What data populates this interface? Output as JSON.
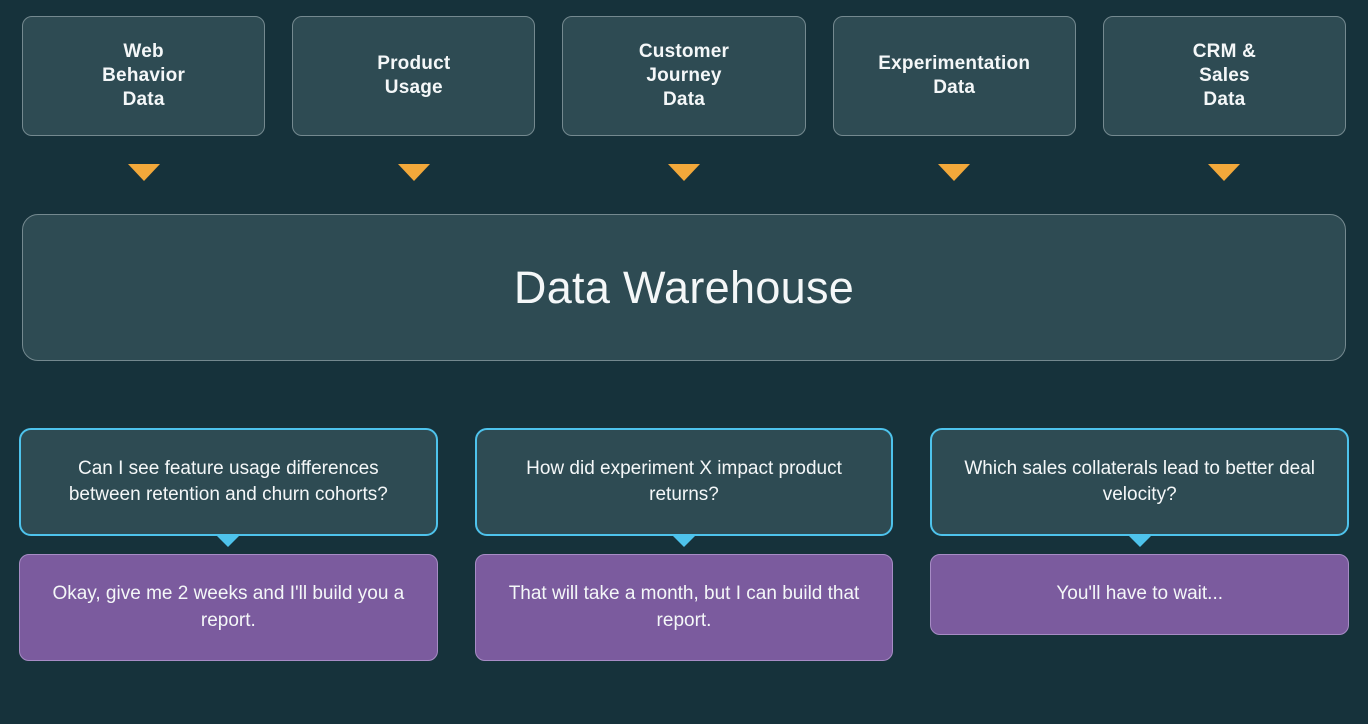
{
  "sources": [
    {
      "label": "Web\nBehavior\nData"
    },
    {
      "label": "Product\nUsage"
    },
    {
      "label": "Customer\nJourney\nData"
    },
    {
      "label": "Experimentation\nData"
    },
    {
      "label": "CRM &\nSales\nData"
    }
  ],
  "warehouse": {
    "title": "Data Warehouse"
  },
  "qa": [
    {
      "question": "Can I see feature usage differences between retention and churn cohorts?",
      "answer": "Okay, give me 2 weeks and I'll build you a report."
    },
    {
      "question": "How did experiment X impact product returns?",
      "answer": "That will take a month, but I can build that report."
    },
    {
      "question": "Which sales collaterals lead to better deal velocity?",
      "answer": "You'll have to wait..."
    }
  ],
  "colors": {
    "bg": "#16323b",
    "panel": "#2e4b53",
    "panel_border": "#74898f",
    "arrow": "#f2a83a",
    "question_border": "#4ec3ec",
    "answer_fill": "#7b5b9e",
    "answer_border": "#a78cc5",
    "text": "#f4f7f8"
  }
}
